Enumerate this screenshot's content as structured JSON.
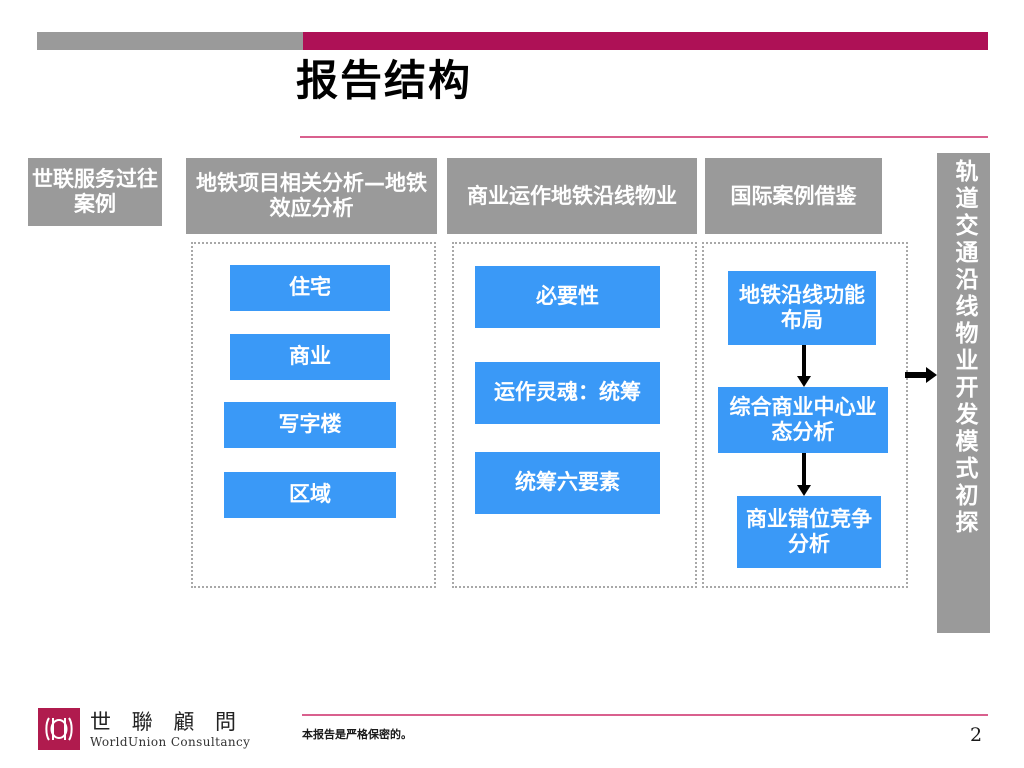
{
  "slide": {
    "title": "报告结构",
    "page_number": "2",
    "accent_magenta": "#ae1156",
    "accent_pink_rule": "#d9608e",
    "gray": "#9a9a9a",
    "blue": "#3a99f7",
    "logo_crimson": "#b01b4e"
  },
  "vertical_banner": {
    "text": "轨道交通沿线物业开发模式初探"
  },
  "columns": [
    {
      "header": "世联服务过往案例",
      "items": []
    },
    {
      "header": "地铁项目相关分析—地铁效应分析",
      "items": [
        {
          "label": "住宅"
        },
        {
          "label": "商业"
        },
        {
          "label": "写字楼"
        },
        {
          "label": "区域"
        }
      ]
    },
    {
      "header": "商业运作地铁沿线物业",
      "items": [
        {
          "label": "必要性"
        },
        {
          "label": "运作灵魂：统筹"
        },
        {
          "label": "统筹六要素"
        }
      ]
    },
    {
      "header": "国际案例借鉴",
      "items": [
        {
          "label": "地铁沿线功能布局"
        },
        {
          "label": "综合商业中心业态分析"
        },
        {
          "label": "商业错位竞争分析"
        }
      ]
    }
  ],
  "footer": {
    "logo_cn": "世 聯 顧 問",
    "logo_en": "WorldUnion Consultancy",
    "confidential_note": "本报告是严格保密的。"
  }
}
